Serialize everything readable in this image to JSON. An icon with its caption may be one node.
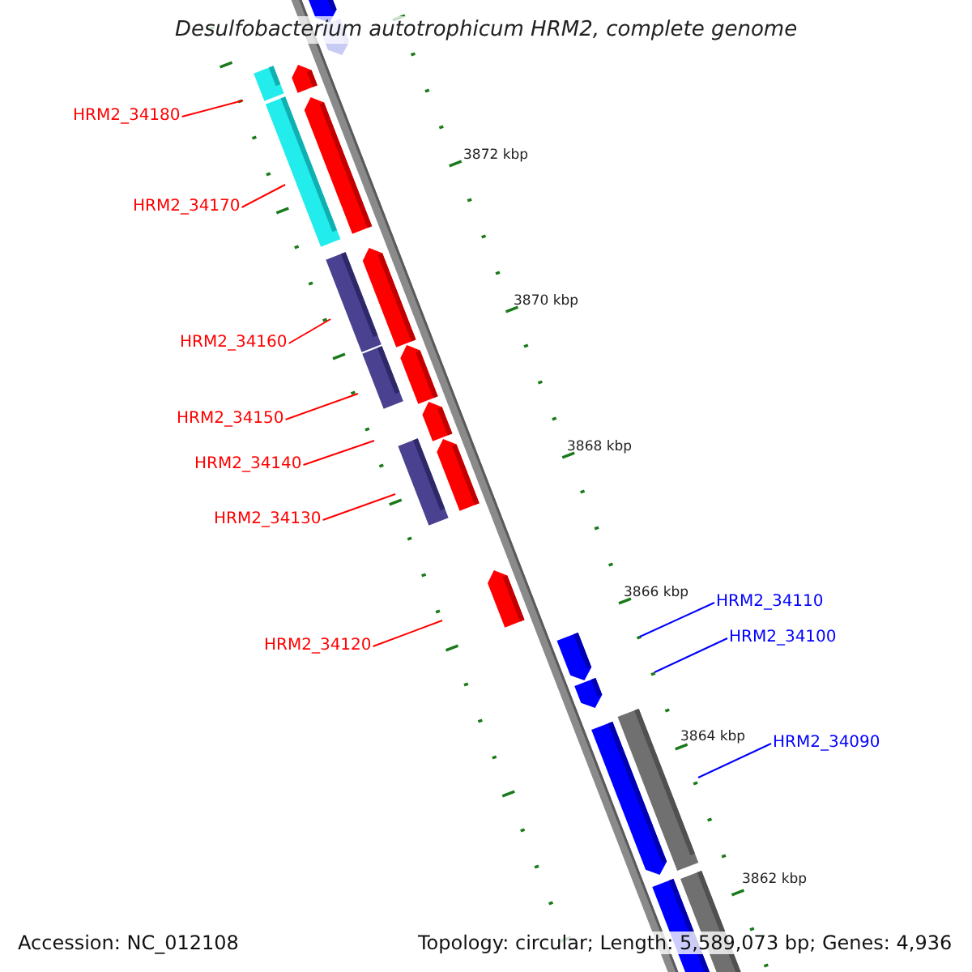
{
  "diagram": {
    "title": "Desulfobacterium autotrophicum HRM2, complete genome",
    "nodes": [
      {
        "text": [
          "HRM2_34180"
        ]
      },
      {
        "text": [
          "HRM2_34170"
        ]
      },
      {
        "text": [
          "HRM2_34160"
        ]
      },
      {
        "text": [
          "HRM2_34150"
        ]
      },
      {
        "text": [
          "HRM2_34140"
        ]
      },
      {
        "text": [
          "HRM2_34130"
        ]
      },
      {
        "text": [
          "HRM2_34110"
        ]
      },
      {
        "text": [
          "HRM2_34100"
        ]
      },
      {
        "text": [
          "HRM2_34120"
        ]
      },
      {
        "text": [
          "HRM2_34090"
        ]
      }
    ],
    "edges": [
      {
        "from": 0,
        "to": null,
        "arrow": "none",
        "color": "#ff0000"
      },
      {
        "from": 1,
        "to": null,
        "arrow": "none",
        "color": "#ff0000"
      },
      {
        "from": 2,
        "to": null,
        "arrow": "none",
        "color": "#ff0000"
      },
      {
        "from": 3,
        "to": null,
        "arrow": "none",
        "color": "#ff0000"
      },
      {
        "from": 4,
        "to": null,
        "arrow": "none",
        "color": "#ff0000"
      },
      {
        "from": 5,
        "to": null,
        "arrow": "none",
        "color": "#ff0000"
      },
      {
        "from": 6,
        "to": null,
        "arrow": "none",
        "color": "#0000ff"
      },
      {
        "from": 7,
        "to": null,
        "arrow": "none",
        "color": "#0000ff"
      },
      {
        "from": 8,
        "to": null,
        "arrow": "none",
        "color": "#ff0000"
      },
      {
        "from": 9,
        "to": null,
        "arrow": "none",
        "color": "#0000ff"
      }
    ],
    "labels": [
      "3872 kbp",
      "3870 kbp",
      "3868 kbp",
      "3866 kbp",
      "3864 kbp",
      "3862 kbp",
      "Accession: NC_012108",
      "Topology: circular; Length: 5,589,073 bp; Genes: 4,936"
    ]
  }
}
